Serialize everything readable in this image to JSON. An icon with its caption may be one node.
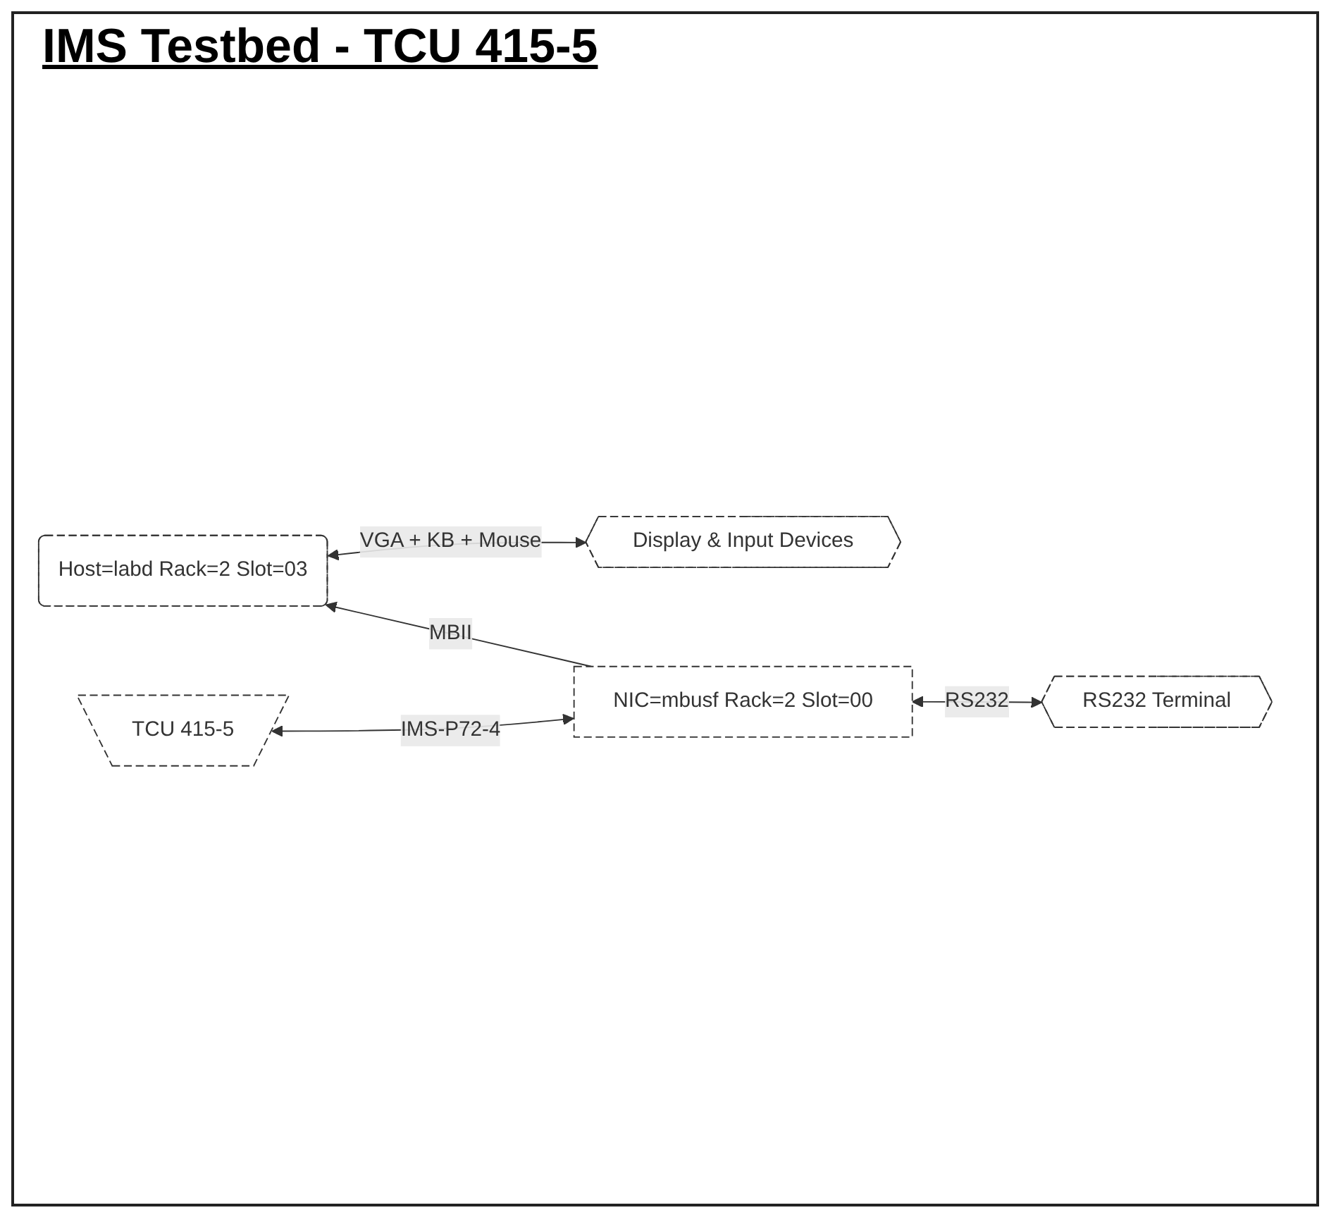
{
  "diagram": {
    "title": "IMS Testbed - TCU 415-5",
    "nodes": [
      {
        "text": [
          "TCU 415-5"
        ]
      },
      {
        "text": [
          "Display & Input Devices"
        ]
      },
      {
        "text": [
          "Host=labd Rack=2 Slot=03"
        ]
      },
      {
        "text": [
          "RS232 Terminal"
        ]
      },
      {
        "text": [
          "NIC=mbusf Rack=2 Slot=00"
        ]
      }
    ],
    "edges": [
      {
        "from": 1,
        "to": 2,
        "arrow": "both",
        "label": "VGA + KB + Mouse"
      },
      {
        "from": 4,
        "to": 2,
        "arrow": "to",
        "label": "MBII"
      },
      {
        "from": 3,
        "to": 4,
        "arrow": "both",
        "label": "RS232"
      },
      {
        "from": 4,
        "to": 0,
        "arrow": "both",
        "label": "IMS-P72-4"
      }
    ]
  }
}
